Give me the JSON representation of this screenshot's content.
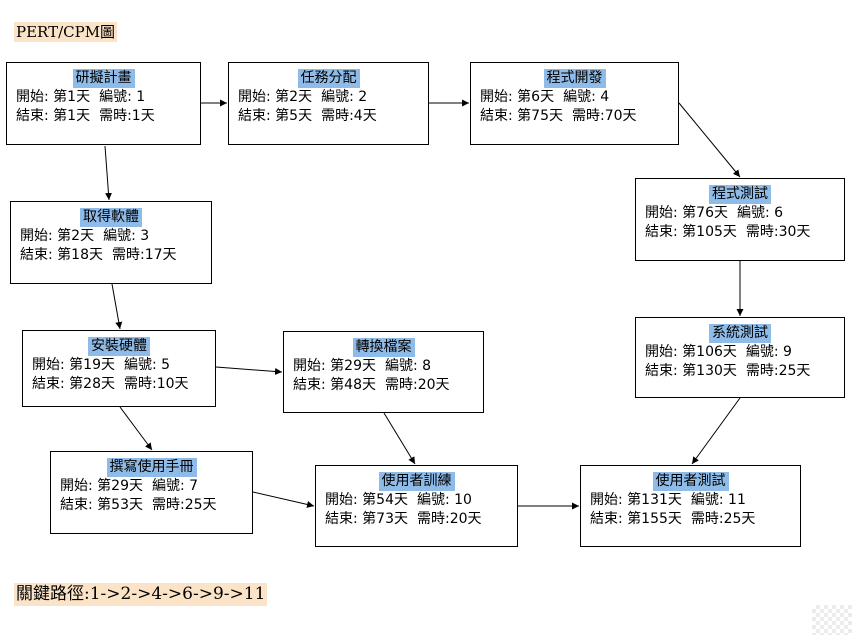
{
  "title": "PERT/CPM圖",
  "critical_path": "關鍵路徑:1->2->4->6->9->11",
  "labels": {
    "start": "開始: ",
    "id": "編號: ",
    "end": "結束: ",
    "duration": "需時:"
  },
  "nodes": [
    {
      "name": "研擬計畫",
      "start": "第1天",
      "id": "1",
      "end": "第1天",
      "duration": "1天"
    },
    {
      "name": "任務分配",
      "start": "第2天",
      "id": "2",
      "end": "第5天",
      "duration": "4天"
    },
    {
      "name": "取得軟體",
      "start": "第2天",
      "id": "3",
      "end": "第18天",
      "duration": "17天"
    },
    {
      "name": "程式開發",
      "start": "第6天",
      "id": "4",
      "end": "第75天",
      "duration": "70天"
    },
    {
      "name": "安裝硬體",
      "start": "第19天",
      "id": "5",
      "end": "第28天",
      "duration": "10天"
    },
    {
      "name": "程式測試",
      "start": "第76天",
      "id": "6",
      "end": "第105天",
      "duration": "30天"
    },
    {
      "name": "撰寫使用手冊",
      "start": "第29天",
      "id": "7",
      "end": "第53天",
      "duration": "25天"
    },
    {
      "name": "轉換檔案",
      "start": "第29天",
      "id": "8",
      "end": "第48天",
      "duration": "20天"
    },
    {
      "name": "系統測試",
      "start": "第106天",
      "id": "9",
      "end": "第130天",
      "duration": "25天"
    },
    {
      "name": "使用者訓練",
      "start": "第54天",
      "id": "10",
      "end": "第73天",
      "duration": "20天"
    },
    {
      "name": "使用者測試",
      "start": "第131天",
      "id": "11",
      "end": "第155天",
      "duration": "25天"
    }
  ],
  "edges": [
    [
      "1",
      "2"
    ],
    [
      "1",
      "3"
    ],
    [
      "2",
      "4"
    ],
    [
      "4",
      "6"
    ],
    [
      "3",
      "5"
    ],
    [
      "5",
      "8"
    ],
    [
      "5",
      "7"
    ],
    [
      "6",
      "9"
    ],
    [
      "8",
      "10"
    ],
    [
      "7",
      "10"
    ],
    [
      "10",
      "11"
    ],
    [
      "9",
      "11"
    ]
  ]
}
